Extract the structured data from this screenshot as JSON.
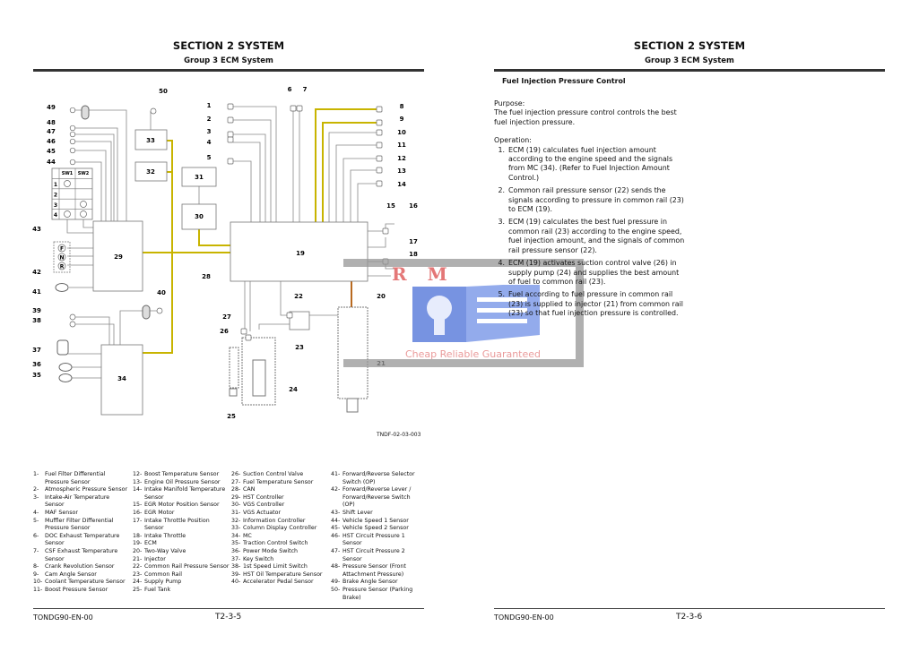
{
  "left_page": {
    "section_title": "SECTION 2 SYSTEM",
    "group_title": "Group 3 ECM System",
    "figure_id": "TNDF-02-03-003",
    "footer_code": "TONDG90-EN-00",
    "page_number": "T2-3-5",
    "diagram": {
      "switch_table": {
        "headers": [
          "SW1",
          "SW2"
        ],
        "rows": [
          "1",
          "2",
          "3",
          "4"
        ]
      },
      "lever_positions": [
        "F",
        "N",
        "R"
      ],
      "callouts": [
        "1",
        "2",
        "3",
        "4",
        "5",
        "6",
        "7",
        "8",
        "9",
        "10",
        "11",
        "12",
        "13",
        "14",
        "15",
        "16",
        "17",
        "18",
        "19",
        "20",
        "21",
        "22",
        "23",
        "24",
        "25",
        "26",
        "27",
        "28",
        "29",
        "30",
        "31",
        "32",
        "33",
        "34",
        "35",
        "36",
        "37",
        "38",
        "39",
        "40",
        "41",
        "42",
        "43",
        "44",
        "45",
        "46",
        "47",
        "48",
        "49",
        "50"
      ]
    },
    "legend": [
      {
        "num": "1-",
        "text": "Fuel Filter Differential Pressure Sensor"
      },
      {
        "num": "2-",
        "text": "Atmospheric Pressure Sensor"
      },
      {
        "num": "3-",
        "text": "Intake-Air Temperature Sensor"
      },
      {
        "num": "4-",
        "text": "MAF Sensor"
      },
      {
        "num": "5-",
        "text": "Muffler Filter Differential Pressure Sensor"
      },
      {
        "num": "6-",
        "text": "DOC Exhaust Temperature Sensor"
      },
      {
        "num": "7-",
        "text": "CSF Exhaust Temperature Sensor"
      },
      {
        "num": "8-",
        "text": "Crank Revolution Sensor"
      },
      {
        "num": "9-",
        "text": "Cam Angle Sensor"
      },
      {
        "num": "10-",
        "text": "Coolant Temperature Sensor"
      },
      {
        "num": "11-",
        "text": "Boost Pressure Sensor"
      },
      {
        "num": "12-",
        "text": "Boost Temperature Sensor"
      },
      {
        "num": "13-",
        "text": "Engine Oil Pressure Sensor"
      },
      {
        "num": "14-",
        "text": "Intake Manifold Temperature Sensor"
      },
      {
        "num": "15-",
        "text": "EGR Motor Position Sensor"
      },
      {
        "num": "16-",
        "text": "EGR Motor"
      },
      {
        "num": "17-",
        "text": "Intake Throttle Position Sensor"
      },
      {
        "num": "18-",
        "text": "Intake Throttle"
      },
      {
        "num": "19-",
        "text": "ECM"
      },
      {
        "num": "20-",
        "text": "Two-Way Valve"
      },
      {
        "num": "21-",
        "text": "Injector"
      },
      {
        "num": "22-",
        "text": "Common Rail Pressure Sensor"
      },
      {
        "num": "23-",
        "text": "Common Rail"
      },
      {
        "num": "24-",
        "text": "Supply Pump"
      },
      {
        "num": "25-",
        "text": "Fuel Tank"
      },
      {
        "num": "26-",
        "text": "Suction Control Valve"
      },
      {
        "num": "27-",
        "text": "Fuel Temperature Sensor"
      },
      {
        "num": "28-",
        "text": "CAN"
      },
      {
        "num": "29-",
        "text": "HST Controller"
      },
      {
        "num": "30-",
        "text": "VGS Controller"
      },
      {
        "num": "31-",
        "text": "VGS Actuator"
      },
      {
        "num": "32-",
        "text": "Information Controller"
      },
      {
        "num": "33-",
        "text": "Column Display Controller"
      },
      {
        "num": "34-",
        "text": "MC"
      },
      {
        "num": "35-",
        "text": "Traction Control Switch"
      },
      {
        "num": "36-",
        "text": "Power Mode Switch"
      },
      {
        "num": "37-",
        "text": "Key Switch"
      },
      {
        "num": "38-",
        "text": "1st Speed Limit Switch"
      },
      {
        "num": "39-",
        "text": "HST Oil Temperature Sensor"
      },
      {
        "num": "40-",
        "text": "Accelerator Pedal Sensor"
      },
      {
        "num": "41-",
        "text": "Forward/Reverse Selector Switch (OP)"
      },
      {
        "num": "42-",
        "text": "Forward/Reverse Lever / Forward/Reverse Switch (OP)"
      },
      {
        "num": "43-",
        "text": "Shift Lever"
      },
      {
        "num": "44-",
        "text": "Vehicle Speed 1 Sensor"
      },
      {
        "num": "45-",
        "text": "Vehicle Speed 2 Sensor"
      },
      {
        "num": "46-",
        "text": "HST Circuit Pressure 1 Sensor"
      },
      {
        "num": "47-",
        "text": "HST Circuit Pressure 2 Sensor"
      },
      {
        "num": "48-",
        "text": "Pressure Sensor (Front Attachment Pressure)"
      },
      {
        "num": "49-",
        "text": "Brake Angle Sensor"
      },
      {
        "num": "50-",
        "text": "Pressure Sensor (Parking Brake)"
      }
    ]
  },
  "right_page": {
    "section_title": "SECTION 2 SYSTEM",
    "group_title": "Group 3 ECM System",
    "heading": "Fuel Injection Pressure Control",
    "purpose_label": "Purpose:",
    "purpose_text": "The fuel injection pressure control controls the best fuel injection pressure.",
    "operation_label": "Operation:",
    "steps": [
      {
        "num": "1.",
        "text": "ECM (19) calculates fuel injection amount according to the engine speed and the signals from MC (34). (Refer to Fuel Injection Amount Control.)"
      },
      {
        "num": "2.",
        "text": "Common rail pressure sensor (22) sends the signals according to pressure in common rail (23) to ECM (19)."
      },
      {
        "num": "3.",
        "text": "ECM (19) calculates the best fuel pressure in common rail (23) according to the engine speed, fuel injection amount, and the signals of common rail pressure sensor (22)."
      },
      {
        "num": "4.",
        "text": "ECM (19) activates suction control valve (26) in supply pump (24) and supplies the best amount of fuel to common rail (23)."
      },
      {
        "num": "5.",
        "text": "Fuel according to fuel pressure in common rail (23) is supplied to injector (21) from common rail (23) so that fuel injection pressure is controlled."
      }
    ],
    "footer_code": "TONDG90-EN-00",
    "page_number": "T2-3-6"
  },
  "watermark": {
    "letters": "R M",
    "tagline": "Cheap Reliable Guaranteed"
  },
  "colors": {
    "can_bus": "#c8b400",
    "wire": "#888888",
    "watermark_gray": "#9a9a9a",
    "watermark_blue": "#4a6fd8",
    "watermark_red": "#e06060"
  }
}
